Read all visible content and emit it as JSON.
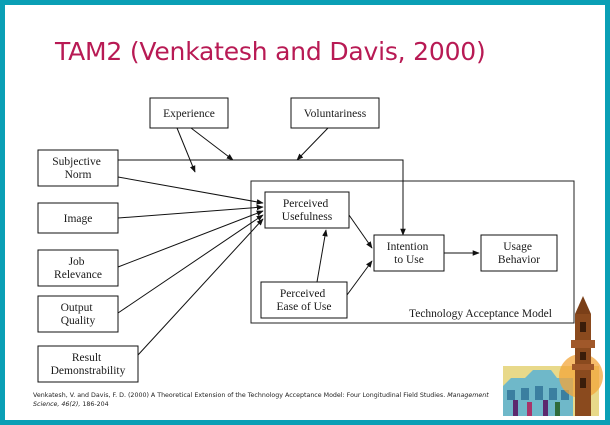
{
  "slide": {
    "title": "TAM2 (Venkatesh and Davis, 2000)",
    "citation_main": "Venkatesh, V. and Davis, F. D. (2000) A Theoretical Extension of the Technology Acceptance Model: Four Longitudinal Field Studies.",
    "citation_journal": "Management Science, 46(2),",
    "citation_pages": "186-204"
  },
  "diagram": {
    "experience": "Experience",
    "voluntariness": "Voluntariness",
    "subjective_norm": [
      "Subjective",
      "Norm"
    ],
    "image": "Image",
    "job_relevance": [
      "Job",
      "Relevance"
    ],
    "output_quality": [
      "Output",
      "Quality"
    ],
    "result_demonstrability": [
      "Result",
      "Demonstrability"
    ],
    "perceived_usefulness": [
      "Perceived",
      "Usefulness"
    ],
    "perceived_ease_of_use": [
      "Perceived",
      "Ease of Use"
    ],
    "intention_to_use": [
      "Intention",
      "to Use"
    ],
    "usage_behavior": [
      "Usage",
      "Behavior"
    ],
    "tam_label": "Technology Acceptance Model"
  },
  "colors": {
    "frame": "#0a9fb5",
    "title": "#b81a54",
    "text": "#1a1a1a"
  }
}
